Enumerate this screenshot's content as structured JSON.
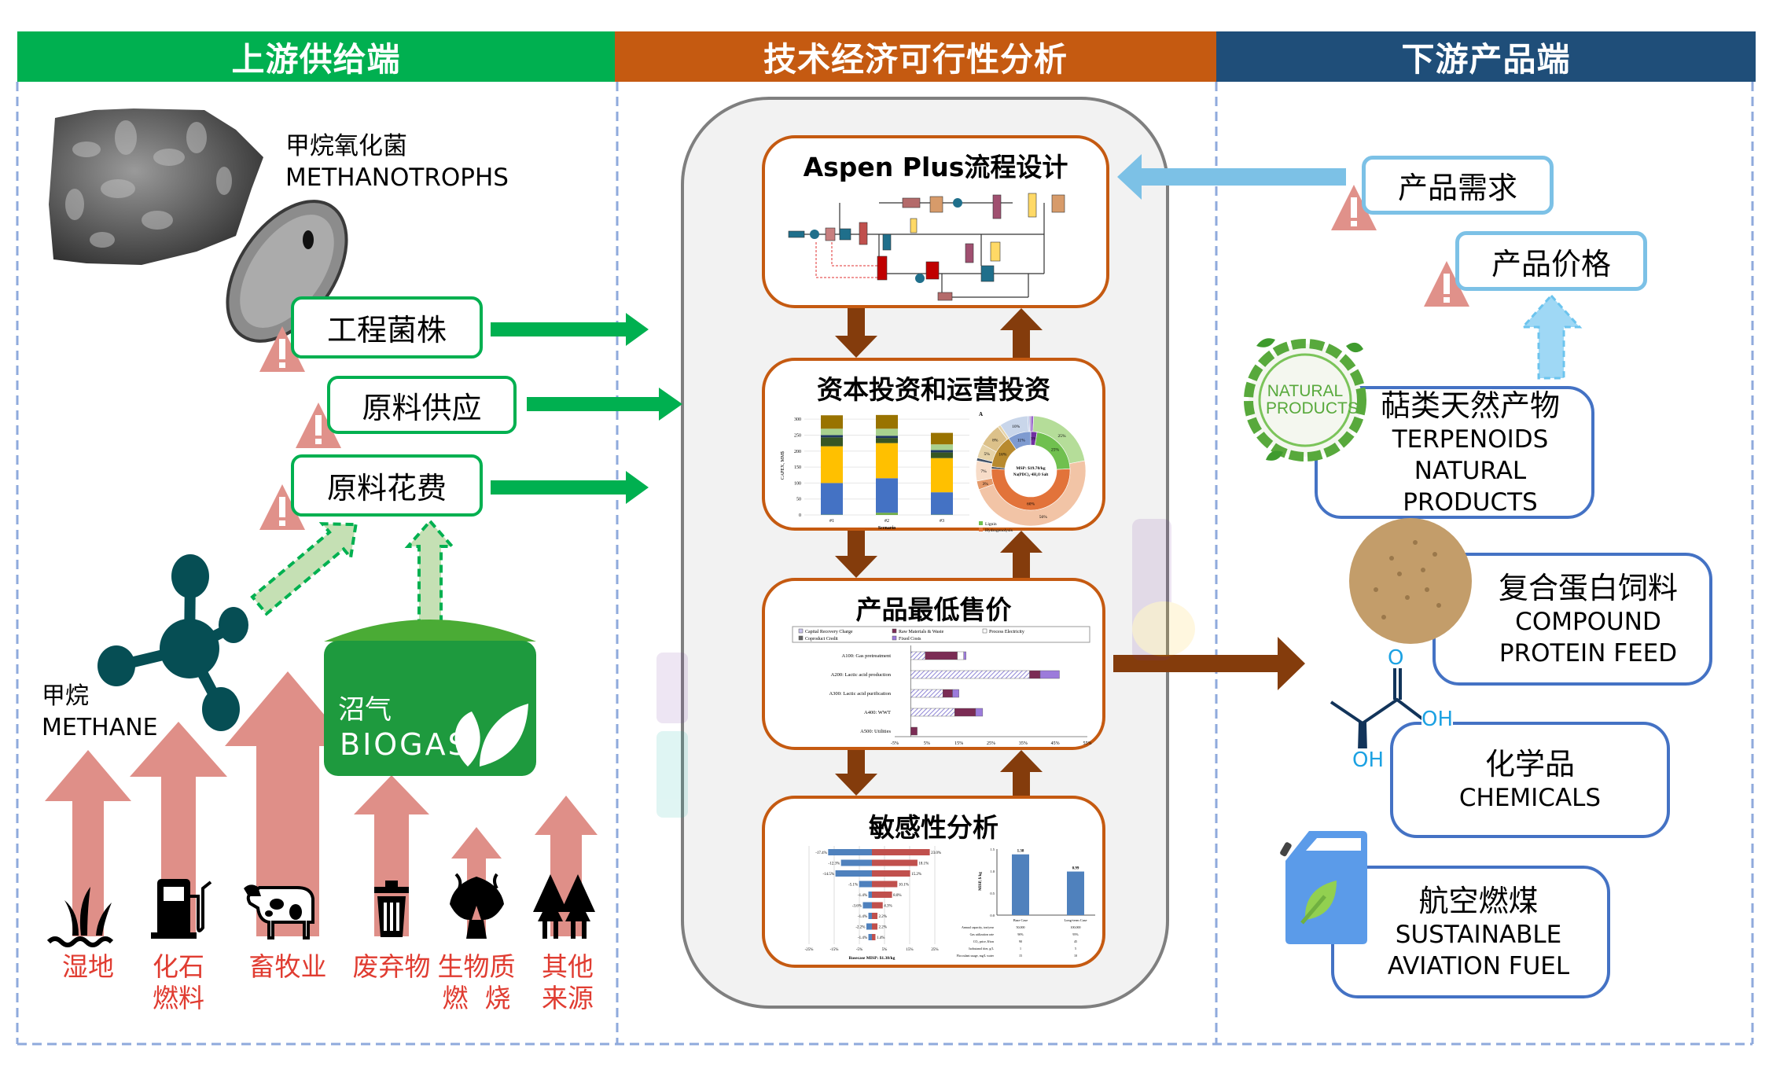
{
  "headers": {
    "upstream": "上游供给端",
    "tea": "技术经济可行性分析",
    "downstream": "下游产品端"
  },
  "colors": {
    "upstream": "#00b050",
    "tea": "#c55a11",
    "downstream": "#1f4e79",
    "source_arrow": "#df8f88",
    "source_text": "#e03c31",
    "product_border": "#4472c4",
    "flow_arrow": "#843c0c",
    "market_arrow": "#7cc1e6",
    "warning": "#e0918a"
  },
  "upstream": {
    "methanotrophs_cn": "甲烷氧化菌",
    "methanotrophs_en": "METHANOTROPHS",
    "boxes": [
      "工程菌株",
      "原料供应",
      "原料花费"
    ],
    "methane_cn": "甲烷",
    "methane_en": "METHANE",
    "biogas_cn": "沼气",
    "biogas_en": "BIOGAS",
    "sources": [
      {
        "l1": "湿地",
        "l2": "",
        "icon": "wetland-icon"
      },
      {
        "l1": "化石",
        "l2": "燃料",
        "icon": "fuel-pump-icon"
      },
      {
        "l1": "畜牧业",
        "l2": "",
        "icon": "cow-icon"
      },
      {
        "l1": "废弃物",
        "l2": "",
        "icon": "trash-can-icon"
      },
      {
        "l1": "生物质",
        "l2": "燃  烧",
        "icon": "burning-tree-icon"
      },
      {
        "l1": "其他",
        "l2": "来源",
        "icon": "forest-icon"
      }
    ]
  },
  "tea": {
    "steps": [
      {
        "title": "Aspen Plus流程设计"
      },
      {
        "title": "资本投资和运营投资"
      },
      {
        "title": "产品最低售价"
      },
      {
        "title": "敏感性分析"
      }
    ]
  },
  "downstream": {
    "demand": "产品需求",
    "price": "产品价格",
    "logo_text": [
      "NATURAL",
      "PRODUCTS"
    ],
    "molecule": {
      "o": "O",
      "oh1": "OH",
      "oh2": "OH"
    },
    "products": [
      {
        "cn": "萜类天然产物",
        "en1": "TERPENOIDS",
        "en2": "NATURAL PRODUCTS"
      },
      {
        "cn": "复合蛋白饲料",
        "en1": "COMPOUND",
        "en2": "PROTEIN FEED"
      },
      {
        "cn": "化学品",
        "en1": "CHEMICALS",
        "en2": ""
      },
      {
        "cn": "航空燃煤",
        "en1": "SUSTAINABLE",
        "en2": "AVIATION FUEL"
      }
    ]
  },
  "chart_data": [
    {
      "type": "bar",
      "stacked": true,
      "categories": [
        "#1",
        "#2",
        "#3"
      ],
      "xlabel": "Scenario",
      "ylabel": "CAPEX, MM$",
      "ylim": [
        0,
        320
      ],
      "yticks": [
        "0",
        "50",
        "100",
        "150",
        "200",
        "250",
        "300"
      ],
      "series": [
        {
          "values": [
            1,
            7,
            1
          ],
          "color": "#70ad47"
        },
        {
          "values": [
            99,
            108,
            70
          ],
          "color": "#4472c4"
        },
        {
          "values": [
            115,
            110,
            107
          ],
          "color": "#ffc000"
        },
        {
          "values": [
            28,
            16,
            18
          ],
          "color": "#375623"
        },
        {
          "values": [
            7,
            7,
            7
          ],
          "color": "#203864"
        },
        {
          "values": [
            20,
            22,
            18
          ],
          "color": "#a9d18e"
        },
        {
          "values": [
            42,
            43,
            36
          ],
          "color": "#997300"
        }
      ]
    },
    {
      "type": "pie",
      "donut": true,
      "panel_label": "A",
      "center_text": [
        "MSP: $19.70/kg",
        "Na(PDC)₂·4H₂O Salt"
      ],
      "legend": [
        "Lignin",
        "Hydrogenolysis"
      ],
      "inner": [
        {
          "label": "3%",
          "value": 3,
          "color": "#7030a0"
        },
        {
          "label": "25%",
          "value": 25,
          "color": "#70c04f"
        },
        {
          "label": "60%",
          "value": 60,
          "color": "#e2733a"
        },
        {
          "label": "1%",
          "value": 1,
          "color": "#333f50"
        },
        {
          "label": "16%",
          "value": 16,
          "color": "#b88a2e"
        },
        {
          "label": "11%",
          "value": 11,
          "color": "#7f9bd0"
        }
      ],
      "outer": [
        {
          "label": "1%",
          "value": 1,
          "color": "#9966cc"
        },
        {
          "label": "25%",
          "value": 25,
          "color": "#b5dd99"
        },
        {
          "label": "56%",
          "value": 56,
          "color": "#f2c4a6"
        },
        {
          "label": "3%",
          "value": 3,
          "color": "#e59a6a"
        },
        {
          "label": "7%",
          "value": 7,
          "color": "#f7dcc8"
        },
        {
          "label": "1%",
          "value": 1,
          "color": "#44546a"
        },
        {
          "label": "5%",
          "value": 5,
          "color": "#e6d3a8"
        },
        {
          "label": "8%",
          "value": 8,
          "color": "#dcc18a"
        },
        {
          "label": "1%",
          "value": 1,
          "color": "#e6d3a8"
        },
        {
          "label": "10%",
          "value": 10,
          "color": "#c9d6ea"
        },
        {
          "label": "0.5%",
          "value": 0.5,
          "color": "#b4c6e7"
        },
        {
          "label": "0.5%",
          "value": 0.5,
          "color": "#a48fc9"
        }
      ]
    },
    {
      "type": "bar",
      "orientation": "horizontal",
      "stacked": true,
      "categories": [
        "A100: Gas pretreatment",
        "A200: Lactic acid production",
        "A300: Lactic acid purification",
        "A400: WWT",
        "A500: Utilities"
      ],
      "xlim": [
        -5,
        55
      ],
      "xticks": [
        "-5%",
        "5%",
        "15%",
        "25%",
        "35%",
        "45%",
        "55%"
      ],
      "legend": [
        "Capital Recovery Charge",
        "Raw Materials & Waste",
        "Process Electricity",
        "Coproduct Credit",
        "Fixed Costs"
      ],
      "series": [
        {
          "name": "Capital Recovery Charge",
          "values": [
            4.5,
            37,
            10,
            13.7,
            0
          ],
          "color": "#c9c3ec"
        },
        {
          "name": "Raw Materials & Waste",
          "values": [
            10,
            3.3,
            3,
            6.5,
            2
          ],
          "color": "#7b2c54"
        },
        {
          "name": "Process Electricity",
          "values": [
            2,
            0,
            0,
            0,
            0
          ],
          "color": "#ffffff"
        },
        {
          "name": "Fixed Costs",
          "values": [
            0.7,
            6,
            2,
            2.2,
            0
          ],
          "color": "#9c7bdb"
        }
      ]
    },
    {
      "type": "bar",
      "orientation": "horizontal",
      "tornado": true,
      "xlim": [
        -25,
        25
      ],
      "xticks": [
        "-25%",
        "-15%",
        "-5%",
        "5%",
        "15%",
        "25%"
      ],
      "xlabel": "Basecase MISP: $1.38/kg",
      "low": [
        -17.4,
        -12.3,
        -14.5,
        -5.1,
        -1.4,
        -3.6,
        -1.4,
        -2.2,
        -1.4
      ],
      "high": [
        23.0,
        18.1,
        15.2,
        10.1,
        8.0,
        4.3,
        2.2,
        2.2,
        1.4
      ],
      "low_labels": [
        "-17.4%",
        "-12.3%",
        "-14.5%",
        "-5.1%",
        "-1.4%",
        "-3.6%",
        "-1.4%",
        "-2.2%",
        "-1.4%"
      ],
      "high_labels": [
        "23.0%",
        "18.1%",
        "15.2%",
        "10.1%",
        "8.0%",
        "4.3%",
        "2.2%",
        "2.2%",
        "1.4%"
      ]
    },
    {
      "type": "bar",
      "categories": [
        "Base Case",
        "Long-term Case"
      ],
      "values": [
        1.38,
        0.99
      ],
      "value_labels": [
        "1.38",
        "0.99"
      ],
      "ylabel": "MISP, $/kg",
      "ylim": [
        0,
        1.5
      ],
      "yticks": [
        "0.0",
        "0.5",
        "1.0",
        "1.5"
      ],
      "table": [
        {
          "param": "Annual capacity, ton/year",
          "base": "50,000",
          "long": "100,000"
        },
        {
          "param": "Gas utilization rate",
          "base": "90%",
          "long": "95%"
        },
        {
          "param": "CO₂ price, $/ton",
          "base": "90",
          "long": "45"
        },
        {
          "param": "Isobutanol titer, g/L",
          "base": "1",
          "long": "5"
        },
        {
          "param": "Flocculant usage, mg/L water",
          "base": "15",
          "long": "10"
        }
      ]
    }
  ]
}
